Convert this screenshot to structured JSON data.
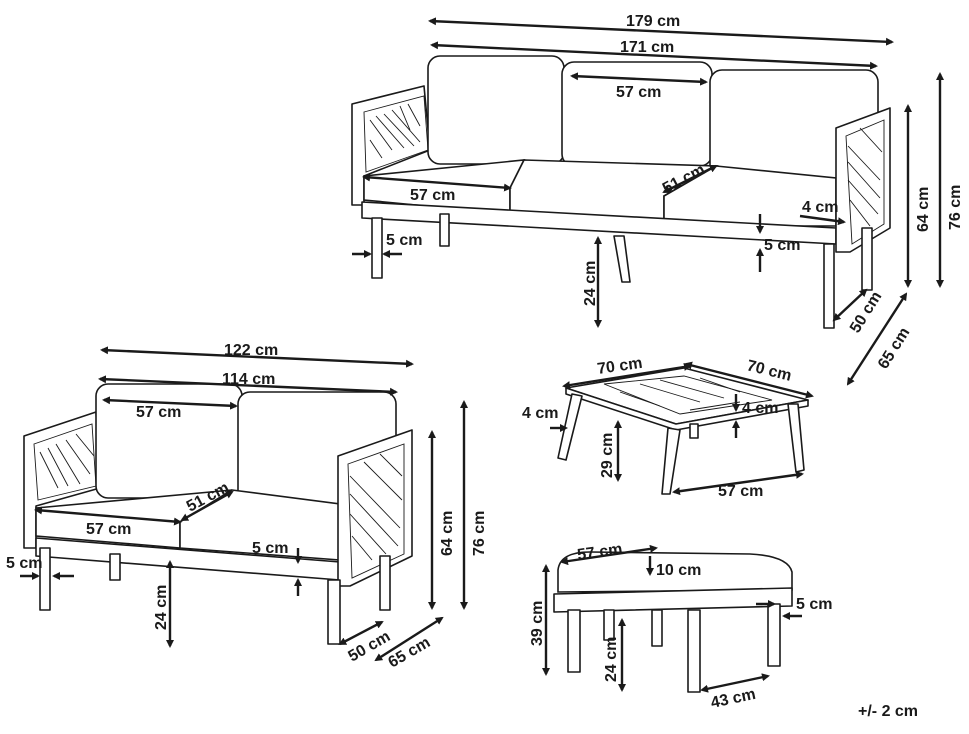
{
  "tolerance": "+/- 2 cm",
  "sofa3": {
    "total_width": "179 cm",
    "inner_width": "171 cm",
    "back_cushion_width": "57 cm",
    "seat_cushion_width": "57 cm",
    "seat_depth": "51 cm",
    "cushion_thickness": "4 cm",
    "frame_thickness": "5 cm",
    "leg_width": "5 cm",
    "leg_height": "24 cm",
    "seat_height": "64 cm",
    "total_height": "76 cm",
    "seat_inner_depth": "50 cm",
    "total_depth": "65 cm"
  },
  "sofa2": {
    "total_width": "122 cm",
    "inner_width": "114 cm",
    "back_cushion_width": "57 cm",
    "seat_cushion_width": "57 cm",
    "seat_depth": "51 cm",
    "frame_thickness": "5 cm",
    "leg_width": "5 cm",
    "leg_height": "24 cm",
    "seat_height": "64 cm",
    "total_height": "76 cm",
    "seat_inner_depth": "50 cm",
    "total_depth": "65 cm"
  },
  "table": {
    "width": "70 cm",
    "depth": "70 cm",
    "leg_width": "4 cm",
    "top_thickness": "4 cm",
    "height": "29 cm",
    "leg_span": "57 cm"
  },
  "ottoman": {
    "width": "57 cm",
    "cushion_thickness": "10 cm",
    "frame_thickness": "5 cm",
    "height": "39 cm",
    "leg_height": "24 cm",
    "leg_span": "43 cm"
  }
}
